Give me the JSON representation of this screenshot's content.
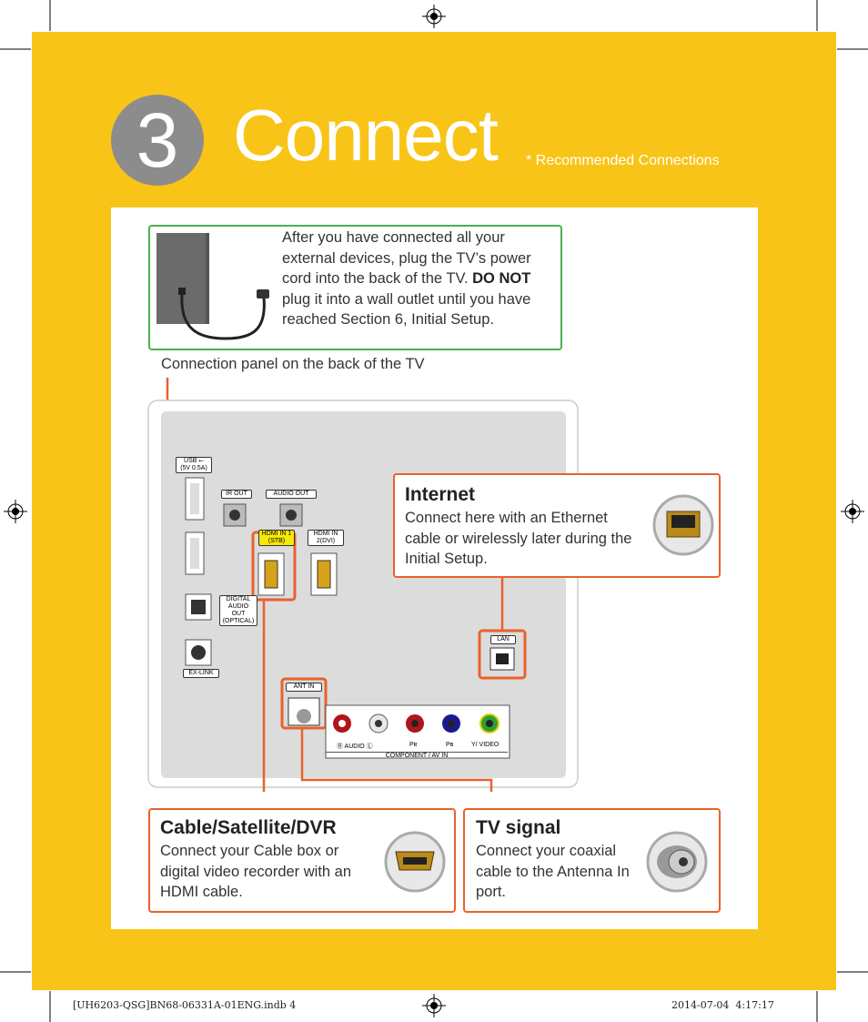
{
  "step": {
    "number": "3",
    "title": "Connect",
    "subtitle": "* Recommended Connections"
  },
  "power": {
    "text_before": "After you have connected all your external devices, plug the TV’s power cord into the back of the TV. ",
    "text_bold": "DO NOT",
    "text_after": " plug it into a wall outlet until you have reached Section 6, Initial Setup."
  },
  "panel_caption": "Connection panel on the back of the TV",
  "callouts": {
    "internet": {
      "title": "Internet",
      "text": "Connect here with an Ethernet cable or wirelessly later during the Initial Setup."
    },
    "cable": {
      "title": "Cable/Satellite/DVR",
      "text": "Connect your Cable box or digital video recorder with an HDMI cable."
    },
    "tv_signal": {
      "title": "TV signal",
      "text": "Connect your coaxial cable to the Antenna In port."
    }
  },
  "ports": {
    "usb": "USB ⭠ (5V 0.5A)",
    "ir_out": "IR OUT",
    "audio_out": "AUDIO OUT",
    "hdmi1": "HDMI IN 1 (STB)",
    "hdmi2": "HDMI IN 2(DVI)",
    "digital_audio": "DIGITAL AUDIO OUT (OPTICAL)",
    "ex_link": "EX-LINK",
    "lan": "LAN",
    "ant_in": "ANT IN",
    "audio_row": "Ⓡ AUDIO Ⓛ",
    "pr": "Pʀ",
    "pb": "Pʙ",
    "video": "Y/ VIDEO",
    "component": "COMPONENT / AV IN"
  },
  "footer": {
    "left": "[UH6203-QSG]BN68-06331A-01ENG.indb   4",
    "right": "2014-07-04   ￼￼ 4:17:17"
  },
  "colors": {
    "yellow": "#f9c418",
    "orange": "#e8622c",
    "green": "#4caf50",
    "gray": "#8c8c8c"
  }
}
